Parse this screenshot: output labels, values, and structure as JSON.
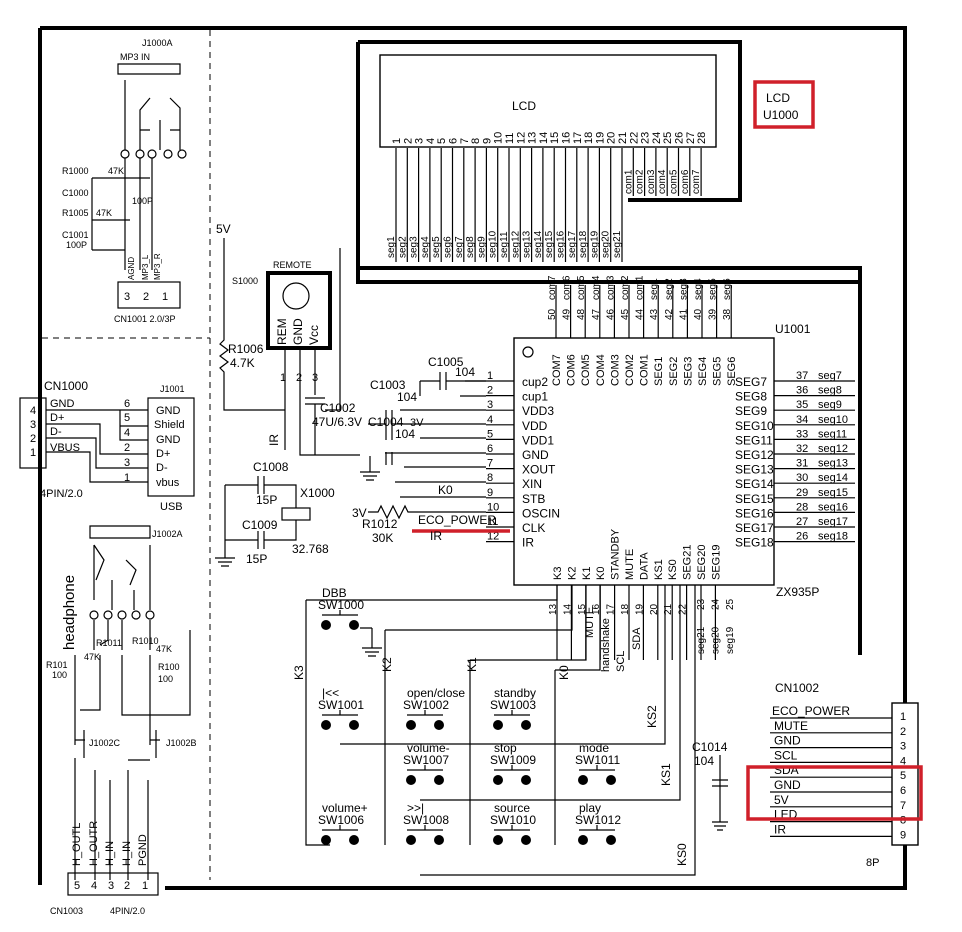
{
  "title": "",
  "highlight_color": "#d0202a",
  "lcd": {
    "label": "LCD",
    "pins": [
      "1",
      "2",
      "3",
      "4",
      "5",
      "6",
      "7",
      "8",
      "9",
      "10",
      "11",
      "12",
      "13",
      "14",
      "15",
      "16",
      "17",
      "18",
      "19",
      "20",
      "21",
      "22",
      "23",
      "24",
      "25",
      "26",
      "27",
      "28"
    ],
    "seg_nets": [
      "seg1",
      "seg2",
      "seg3",
      "seg4",
      "seg5",
      "seg6",
      "seg7",
      "seg8",
      "seg9",
      "seg10",
      "seg11",
      "seg12",
      "seg13",
      "seg14",
      "seg15",
      "seg16",
      "seg17",
      "seg18",
      "seg19",
      "seg20",
      "seg21"
    ],
    "com_nets": [
      "com1",
      "com2",
      "com3",
      "com4",
      "com5",
      "com6",
      "com7"
    ],
    "ref_label": "LCD",
    "ref_des": "U1000"
  },
  "ic": {
    "ref": "U1001",
    "part": "ZX935P",
    "left_pins": [
      {
        "num": "1",
        "name": "cup2"
      },
      {
        "num": "2",
        "name": "cup1"
      },
      {
        "num": "3",
        "name": "VDD3"
      },
      {
        "num": "4",
        "name": "VDD"
      },
      {
        "num": "5",
        "name": "VDD1"
      },
      {
        "num": "6",
        "name": "GND"
      },
      {
        "num": "7",
        "name": "XOUT"
      },
      {
        "num": "8",
        "name": "XIN"
      },
      {
        "num": "9",
        "name": "STB"
      },
      {
        "num": "10",
        "name": "OSCIN"
      },
      {
        "num": "11",
        "name": "CLK"
      },
      {
        "num": "12",
        "name": "IR"
      }
    ],
    "right_pins": [
      {
        "num": "37",
        "name": "SEG7",
        "net": "seg7"
      },
      {
        "num": "36",
        "name": "SEG8",
        "net": "seg8"
      },
      {
        "num": "35",
        "name": "SEG9",
        "net": "seg9"
      },
      {
        "num": "34",
        "name": "SEG10",
        "net": "seg10"
      },
      {
        "num": "33",
        "name": "SEG11",
        "net": "seg11"
      },
      {
        "num": "32",
        "name": "SEG12",
        "net": "seg12"
      },
      {
        "num": "31",
        "name": "SEG13",
        "net": "seg13"
      },
      {
        "num": "30",
        "name": "SEG14",
        "net": "seg14"
      },
      {
        "num": "29",
        "name": "SEG15",
        "net": "seg15"
      },
      {
        "num": "28",
        "name": "SEG16",
        "net": "seg16"
      },
      {
        "num": "27",
        "name": "SEG17",
        "net": "seg17"
      },
      {
        "num": "26",
        "name": "SEG18",
        "net": "seg18"
      }
    ],
    "top_pins": [
      {
        "num": "50",
        "name": "COM7",
        "net": "com7"
      },
      {
        "num": "49",
        "name": "COM6",
        "net": "com6"
      },
      {
        "num": "48",
        "name": "COM5",
        "net": "com5"
      },
      {
        "num": "47",
        "name": "COM4",
        "net": "com4"
      },
      {
        "num": "46",
        "name": "COM3",
        "net": "com3"
      },
      {
        "num": "45",
        "name": "COM2",
        "net": "com2"
      },
      {
        "num": "44",
        "name": "COM1",
        "net": "com1"
      },
      {
        "num": "43",
        "name": "SEG1",
        "net": "seg1"
      },
      {
        "num": "42",
        "name": "SEG2",
        "net": "seg2"
      },
      {
        "num": "41",
        "name": "SEG3",
        "net": "seg3"
      },
      {
        "num": "40",
        "name": "SEG4",
        "net": "seg4"
      },
      {
        "num": "39",
        "name": "SEG5",
        "net": "seg5"
      },
      {
        "num": "38",
        "name": "SEG6",
        "net": "seg6"
      }
    ],
    "bottom_pins": [
      {
        "num": "13",
        "name": "K3"
      },
      {
        "num": "14",
        "name": "K2"
      },
      {
        "num": "15",
        "name": "K1"
      },
      {
        "num": "16",
        "name": "K0"
      },
      {
        "num": "17",
        "name": "STANDBY",
        "net": "handshake"
      },
      {
        "num": "18",
        "name": "MUTE",
        "net": "SCL"
      },
      {
        "num": "19",
        "name": "DATA",
        "net": "SDA"
      },
      {
        "num": "20",
        "name": "KS1"
      },
      {
        "num": "21",
        "name": "KS0"
      },
      {
        "num": "22",
        "name": "SEG21"
      },
      {
        "num": "",
        "name": "SEG20"
      },
      {
        "num": "",
        "name": "SEG19"
      }
    ],
    "bottom_seg_nets": [
      {
        "num": "23",
        "net": "seg21"
      },
      {
        "num": "24",
        "net": "seg20"
      },
      {
        "num": "25",
        "net": "seg19"
      }
    ]
  },
  "left_nets": {
    "k0": "K0",
    "eco_power": "ECO_POWER",
    "ir": "IR",
    "vdd_val": "3V",
    "r1012": "R1012",
    "r1012_val": "30K",
    "supply_3v": "3V"
  },
  "bottom_pin_nets": {
    "mute": "MUTE",
    "handshake": "handshake",
    "scl": "SCL",
    "sda": "SDA"
  },
  "bus_labels": {
    "k3": "K3",
    "k2": "K2",
    "k1": "K1",
    "k0": "K0",
    "ks2": "KS2",
    "ks1": "KS1",
    "ks0": "KS0"
  },
  "components": {
    "c1005": {
      "ref": "C1005",
      "val": "104"
    },
    "c1003": {
      "ref": "C1003",
      "val": "104"
    },
    "c1004": {
      "ref": "C1004",
      "val": "104"
    },
    "c1002": {
      "ref": "C1002",
      "val": "47U/6.3V"
    },
    "c1008": {
      "ref": "C1008",
      "val": "15P"
    },
    "c1009": {
      "ref": "C1009",
      "val": "15P"
    },
    "x1000": {
      "ref": "X1000",
      "val": "32.768"
    },
    "r1006": {
      "ref": "R1006",
      "val": "4.7K"
    },
    "supply_5v": "5V",
    "remote": {
      "ref": "S1000",
      "title": "REMOTE",
      "pins": [
        "REM",
        "GND",
        "Vcc"
      ],
      "pin_nums": [
        "1",
        "2",
        "3"
      ],
      "net": "IR"
    },
    "c1014": {
      "ref": "C1014",
      "val": "104"
    }
  },
  "mp3_in": {
    "ref": "J1000A",
    "title": "MP3 IN",
    "r1000": "R1000",
    "r1005": "R1005",
    "c1000": "C1000",
    "c1001": "C1001",
    "r_val": "47K",
    "c_val": "100P",
    "cn_ref": "CN1001 2.0/3P",
    "cn_pins": [
      "3",
      "2",
      "1"
    ],
    "cn_nets": [
      "AGND",
      "MP3_L",
      "MP3_R"
    ]
  },
  "usb": {
    "cn_ref": "CN1000",
    "cn_pins": [
      "4",
      "3",
      "2",
      "1"
    ],
    "cn_nets": [
      "GND",
      "D+",
      "D-",
      "VBUS"
    ],
    "cn_type": "4PIN/2.0",
    "j_ref": "J1001",
    "j_pins": [
      "6",
      "5",
      "4",
      "2",
      "3",
      "1"
    ],
    "j_names": [
      "GND",
      "Shield",
      "GND",
      "D+",
      "D-",
      "vbus"
    ],
    "label": "USB"
  },
  "headphone": {
    "label": "headphone",
    "jack": "J1002A",
    "j_c": "J1002C",
    "j_b": "J1002B",
    "r1011": "R1011",
    "r1010": "R1010",
    "r101": "R101",
    "r100": "R100",
    "r_47k": "47K",
    "r_100": "100",
    "cn_ref": "CN1003",
    "cn_type": "4PIN/2.0",
    "cn_pins": [
      "5",
      "4",
      "3",
      "2",
      "1"
    ],
    "cn_nets": [
      "H_OUTL",
      "H_OUTR",
      "H_IN",
      "H_IN",
      "PGND"
    ]
  },
  "switches": [
    {
      "ref": "SW1000",
      "label": "DBB"
    },
    {
      "ref": "SW1001",
      "label": "|<<"
    },
    {
      "ref": "SW1002",
      "label": "open/close"
    },
    {
      "ref": "SW1003",
      "label": "standby"
    },
    {
      "ref": "SW1007",
      "label": "volume-"
    },
    {
      "ref": "SW1009",
      "label": "stop"
    },
    {
      "ref": "SW1011",
      "label": "mode"
    },
    {
      "ref": "SW1006",
      "label": "volume+"
    },
    {
      "ref": "SW1008",
      "label": ">>|"
    },
    {
      "ref": "SW1010",
      "label": "source"
    },
    {
      "ref": "SW1012",
      "label": "play"
    }
  ],
  "cn1002": {
    "ref": "CN1002",
    "type": "8P",
    "pins": [
      "1",
      "2",
      "3",
      "4",
      "5",
      "6",
      "7",
      "8",
      "9"
    ],
    "nets": [
      "ECO_POWER",
      "MUTE",
      "GND",
      "SCL",
      "SDA",
      "GND",
      "5V",
      "LED",
      "IR"
    ]
  }
}
